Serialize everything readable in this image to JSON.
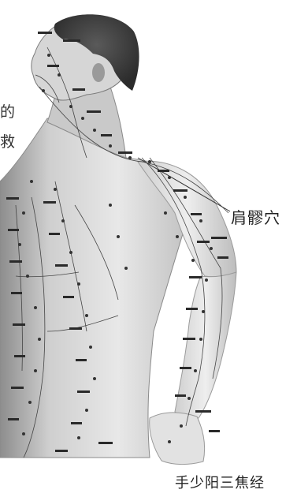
{
  "colors": {
    "background": "#ffffff",
    "figure_light": "#e9e9e9",
    "figure_mid": "#bdbdbd",
    "figure_dark": "#7a7a7a",
    "hair": "#3f3f3f",
    "ink": "#222222"
  },
  "side_text": [
    "的",
    "救"
  ],
  "labels": {
    "shoulder_point": "肩髎穴",
    "meridian": "手少阳三焦经"
  }
}
